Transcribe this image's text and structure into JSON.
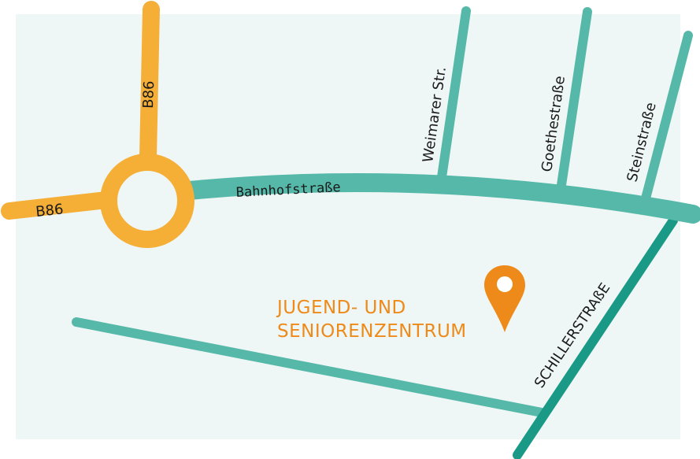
{
  "map": {
    "background_color": "#eef7f6",
    "colors": {
      "federal_road": "#f5ae36",
      "street": "#55b8a8",
      "schillerstrasse": "#1a9a86",
      "poi": "#ee8a1a",
      "label": "#1a1a1a"
    },
    "roads": {
      "b86_north": {
        "label": "B86"
      },
      "b86_west": {
        "label": "B86"
      },
      "roundabout": {
        "label": ""
      },
      "bahnhofstrasse": {
        "label": "Bahnhofstraße"
      },
      "weimarer_str": {
        "label": "Weimarer Str."
      },
      "goethestrasse": {
        "label": "Goethestraße"
      },
      "steinstrasse": {
        "label": "Steinstraße"
      },
      "schillerstrasse": {
        "label": "SCHILLERSTRAßE"
      },
      "unnamed_south_street": {
        "label": ""
      }
    },
    "poi": {
      "icon": "map-pin-icon",
      "line1": "JUGEND- UND",
      "line2": "SENIORENZENTRUM"
    }
  }
}
